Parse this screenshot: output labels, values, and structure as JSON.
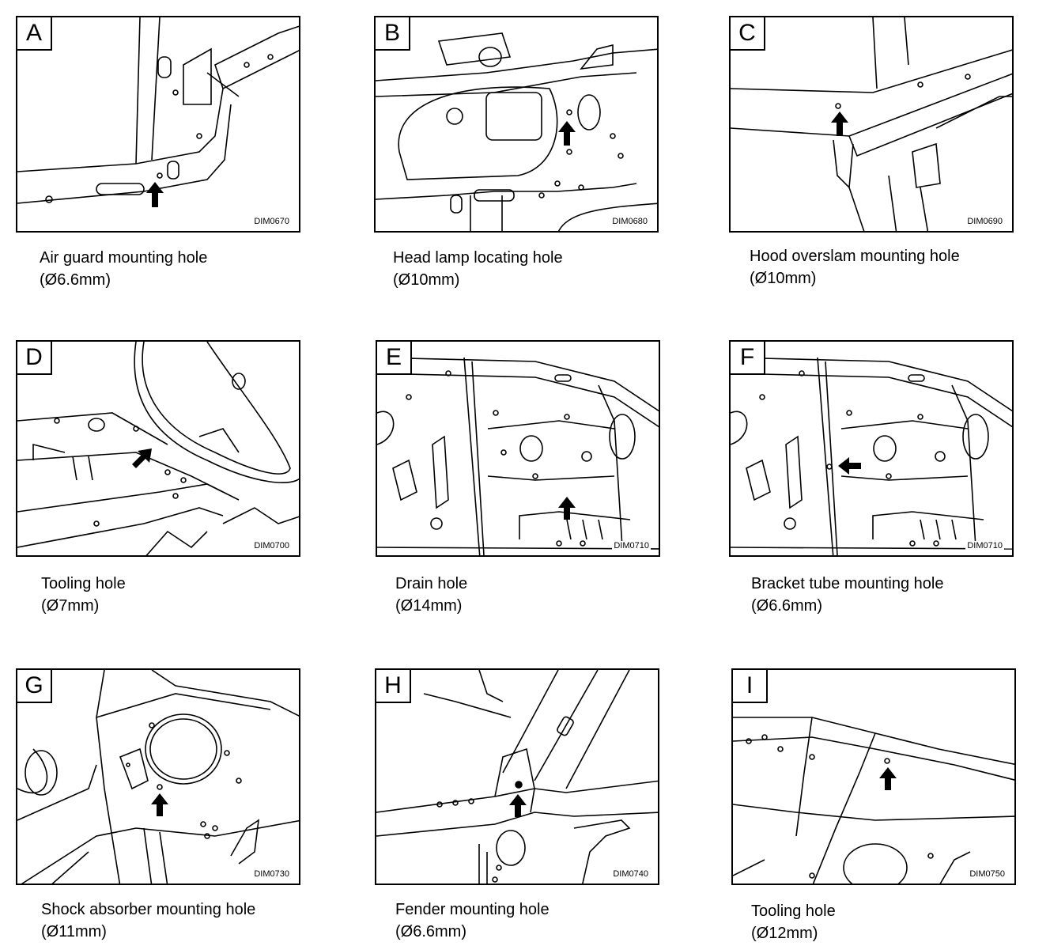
{
  "panels": [
    {
      "letter": "A",
      "code": "DIM0670",
      "title": "Air guard mounting hole",
      "spec": "(Ø6.6mm)"
    },
    {
      "letter": "B",
      "code": "DIM0680",
      "title": "Head lamp locating hole",
      "spec": "(Ø10mm)"
    },
    {
      "letter": "C",
      "code": "DIM0690",
      "title": "Hood overslam mounting hole",
      "spec": "(Ø10mm)"
    },
    {
      "letter": "D",
      "code": "DIM0700",
      "title": "Tooling hole",
      "spec": "(Ø7mm)"
    },
    {
      "letter": "E",
      "code": "DIM0710",
      "title": "Drain hole",
      "spec": "(Ø14mm)"
    },
    {
      "letter": "F",
      "code": "DIM0710",
      "title": "Bracket tube mounting hole",
      "spec": "(Ø6.6mm)"
    },
    {
      "letter": "G",
      "code": "DIM0730",
      "title": "Shock absorber mounting hole",
      "spec": "(Ø11mm)"
    },
    {
      "letter": "H",
      "code": "DIM0740",
      "title": "Fender mounting hole",
      "spec": "(Ø6.6mm)"
    },
    {
      "letter": "I",
      "code": "DIM0750",
      "title": "Tooling hole",
      "spec": "(Ø12mm)"
    }
  ]
}
